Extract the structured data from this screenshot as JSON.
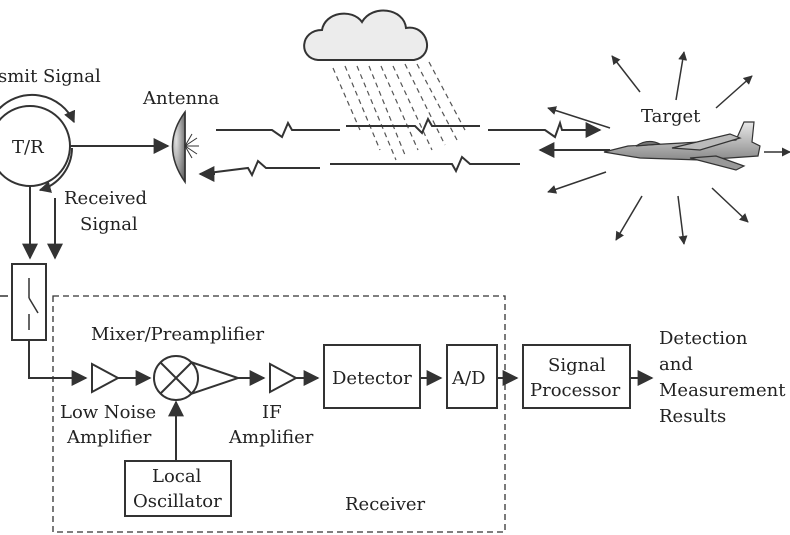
{
  "labels": {
    "transmit_signal": "smit Signal",
    "tr": "T/R",
    "antenna": "Antenna",
    "received_signal_1": "Received",
    "received_signal_2": "Signal",
    "target": "Target",
    "mixer": "Mixer/Preamplifier",
    "lna_1": "Low Noise",
    "lna_2": "Amplifier",
    "if_1": "IF",
    "if_2": "Amplifier",
    "detector": "Detector",
    "ad": "A/D",
    "signal_processor_1": "Signal",
    "signal_processor_2": "Processor",
    "results_1": "Detection",
    "results_2": "and",
    "results_3": "Measurement",
    "results_4": "Results",
    "local_osc_1": "Local",
    "local_osc_2": "Oscillator",
    "receiver": "Receiver"
  }
}
